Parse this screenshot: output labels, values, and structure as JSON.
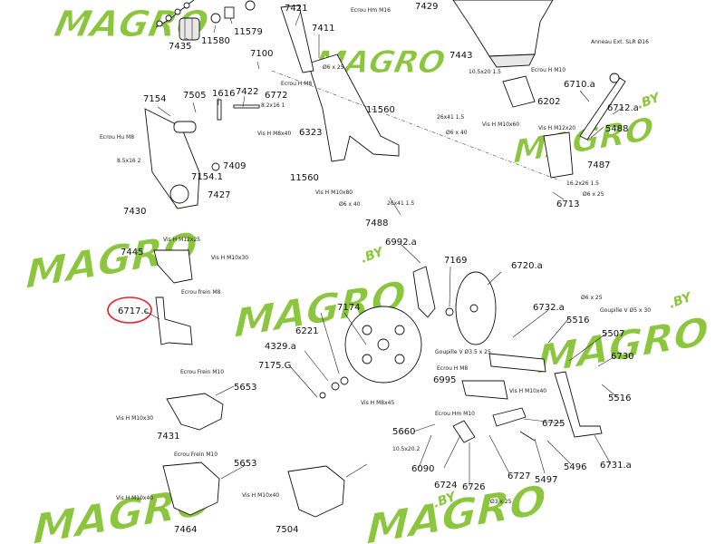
{
  "watermark": {
    "text": "MAGRO",
    "suffix": ".BY",
    "color": "#8cc63f",
    "outline": "#ffffff"
  },
  "highlight_color": "#e8202a",
  "highlighted_part": "6717.c",
  "part_labels": [
    "7421",
    "7429",
    "7435",
    "11580",
    "11579",
    "7411",
    "7100",
    "7443",
    "Ecrou Hm M16",
    "Anneau Ext. SLR Ø16",
    "6710.a",
    "6712.a",
    "10.5x20 1.5",
    "Ecrou H M10",
    "6202",
    "7154",
    "7505",
    "1616",
    "7422",
    "6772",
    "8.2x16 1",
    "Ecrou H M8",
    "11560",
    "Ø6 x 25",
    "Ecrou Hu M8",
    "8.5x16 2",
    "Vis H M8x40",
    "6323",
    "Vis H M10x60",
    "26x41 1.5",
    "Ø6 x 40",
    "Vis H M12x20",
    "5488",
    "7154.1",
    "7409",
    "7427",
    "7430",
    "11560",
    "Vis H M10x80",
    "7487",
    "16.2x26 1.5",
    "Ø6 x 25",
    "7488",
    "Ø6 x 40",
    "26x41 1.5",
    "6713",
    "7445",
    "Vis H M12x25",
    "Vis H M10x30",
    "6992.a",
    "7169",
    "6720.a",
    "Ecrou frein M8",
    "6717.c",
    "6732.a",
    "Ø6 x 25",
    "5516",
    "Goupille V Ø5 x 30",
    "6221",
    "7174",
    "4329.a",
    "5507",
    "Goupille V Ø3.5 x 25",
    "6730",
    "Ecrou H M8",
    "7175.G",
    "6995",
    "Vis H M10x40",
    "5516",
    "Ecrou Frein M10",
    "5653",
    "Vis H M8x45",
    "Ecrou Hm M10",
    "5660",
    "6725",
    "Vis H M10x30",
    "7431",
    "10.5x20.2",
    "6090",
    "Ecrou Frein M10",
    "5653",
    "6731.a",
    "5496",
    "5497",
    "6727",
    "6724",
    "6726",
    "Ø3 x 25",
    "Vis H M10x40",
    "Vis H M10x40",
    "7464",
    "7504"
  ]
}
